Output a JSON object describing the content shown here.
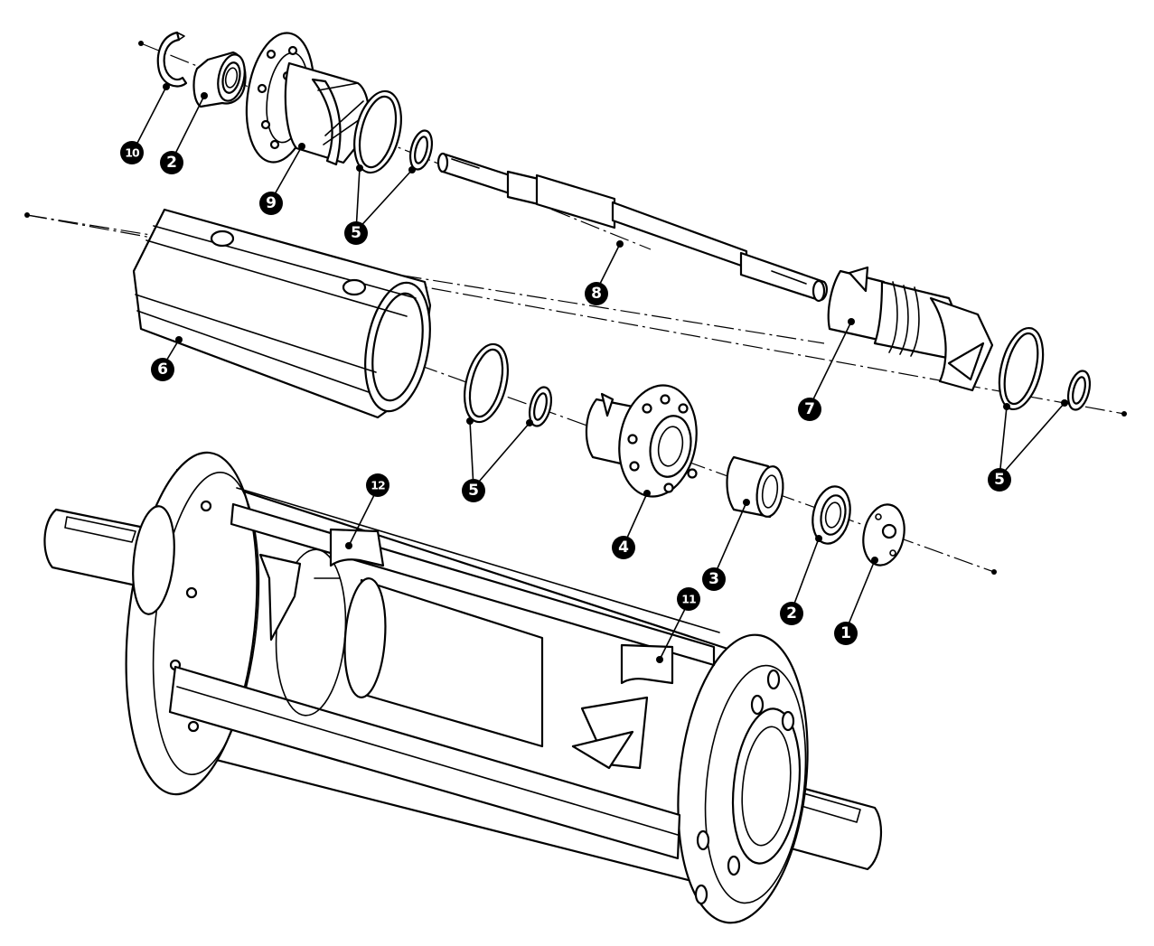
{
  "diagram": {
    "callouts": [
      {
        "id": "c1",
        "label": "1"
      },
      {
        "id": "c2a",
        "label": "2"
      },
      {
        "id": "c2b",
        "label": "2"
      },
      {
        "id": "c3",
        "label": "3"
      },
      {
        "id": "c4",
        "label": "4"
      },
      {
        "id": "c5a",
        "label": "5"
      },
      {
        "id": "c5b",
        "label": "5"
      },
      {
        "id": "c5c",
        "label": "5"
      },
      {
        "id": "c6",
        "label": "6"
      },
      {
        "id": "c7",
        "label": "7"
      },
      {
        "id": "c8",
        "label": "8"
      },
      {
        "id": "c9",
        "label": "9"
      },
      {
        "id": "c10",
        "label": "10"
      },
      {
        "id": "c11",
        "label": "11"
      },
      {
        "id": "c12",
        "label": "12"
      }
    ]
  }
}
